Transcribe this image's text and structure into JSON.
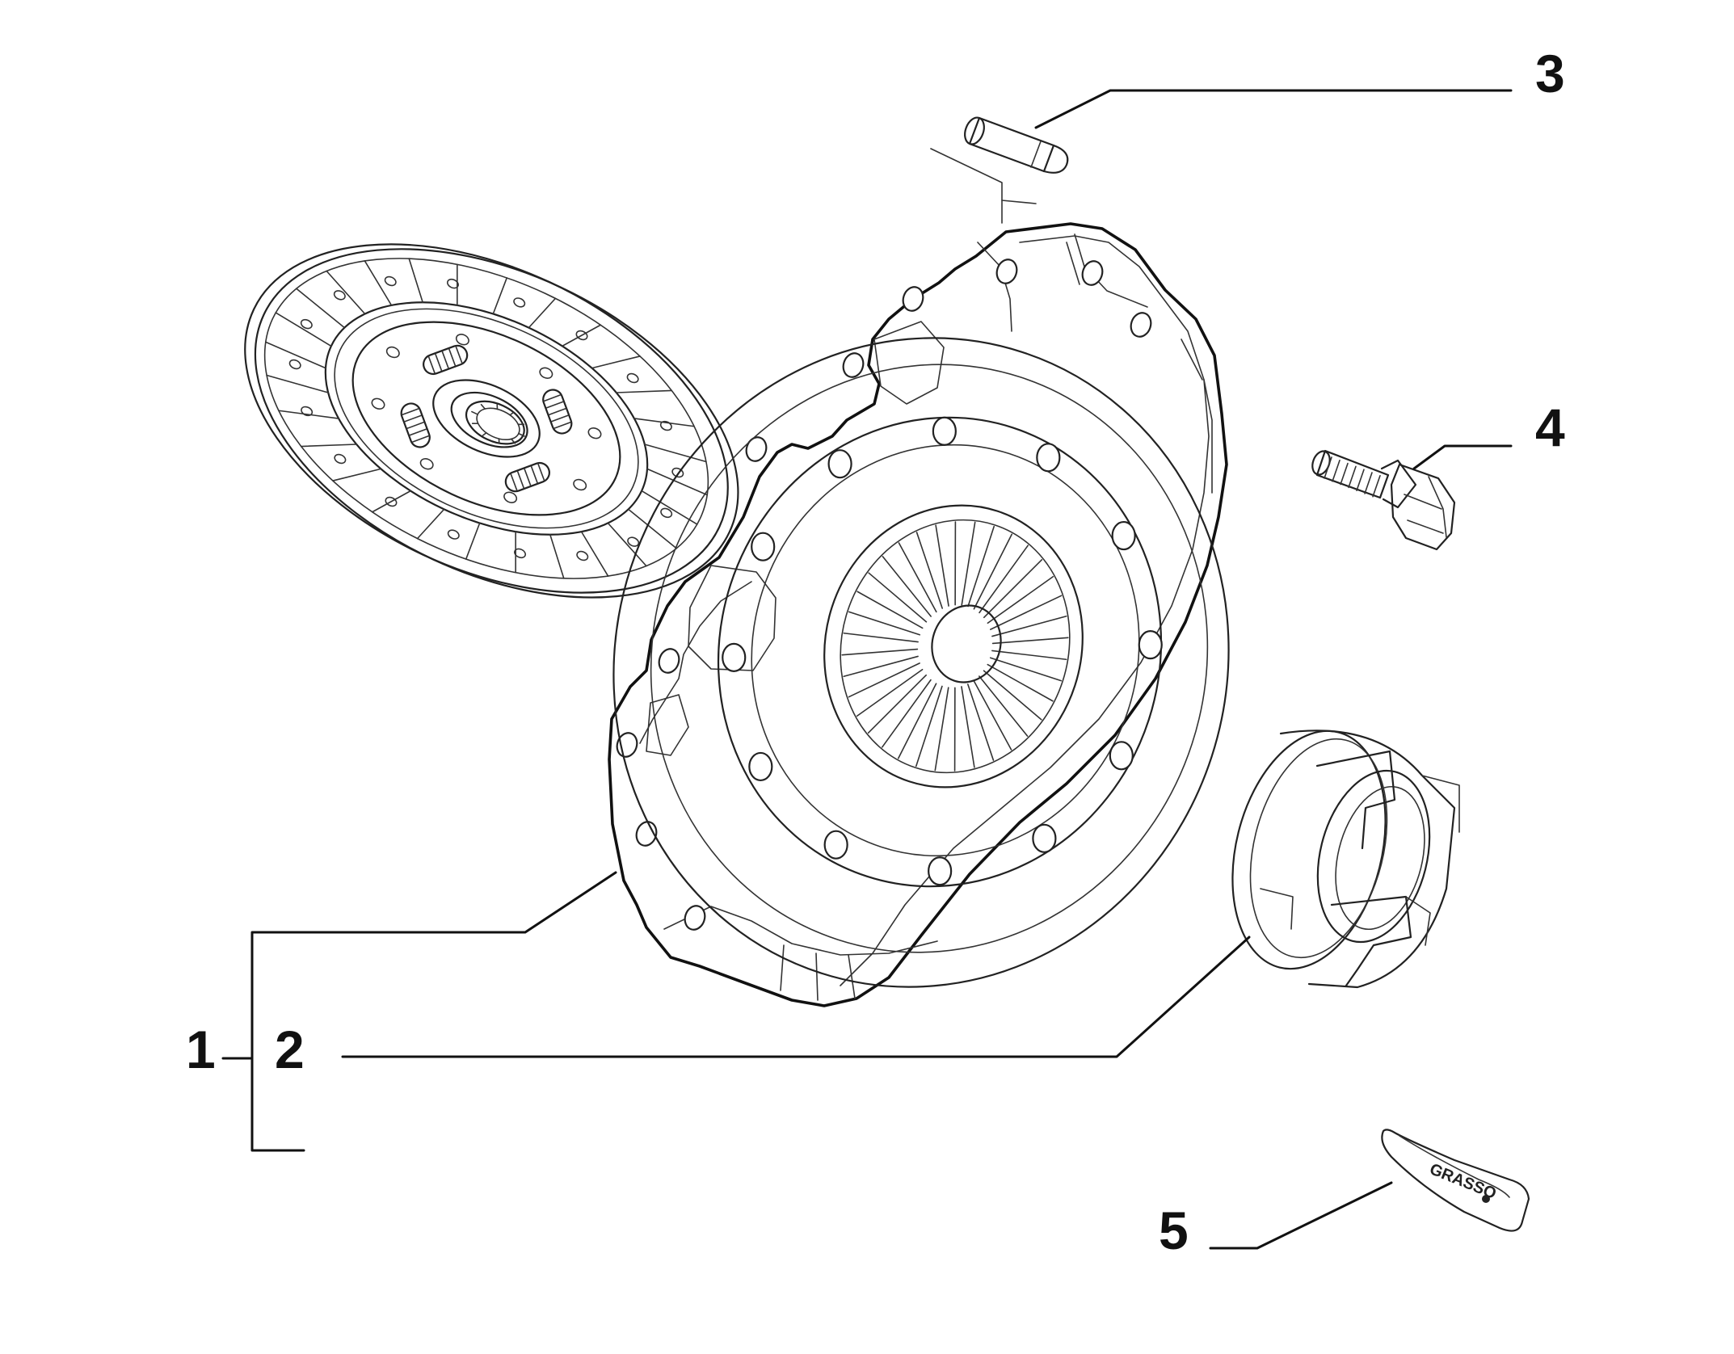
{
  "callouts": [
    {
      "id": "1",
      "label": "1"
    },
    {
      "id": "2",
      "label": "2"
    },
    {
      "id": "3",
      "label": "3"
    },
    {
      "id": "4",
      "label": "4"
    },
    {
      "id": "5",
      "label": "5"
    }
  ],
  "grease_tube": {
    "label": "GRASSO"
  }
}
